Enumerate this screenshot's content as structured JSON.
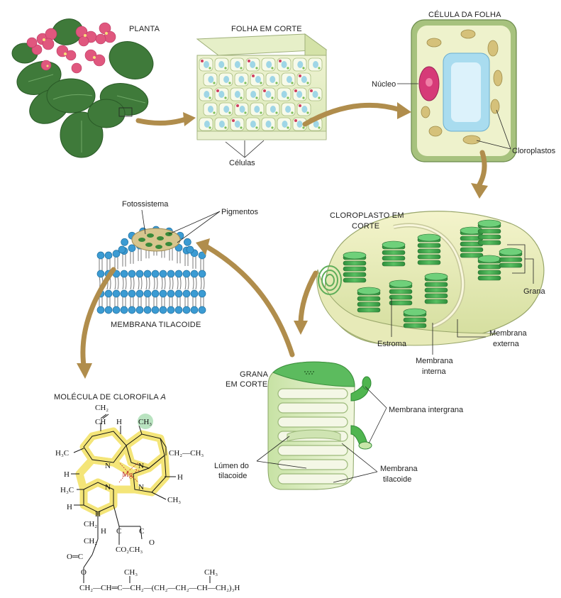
{
  "labels": {
    "planta": "PLANTA",
    "folha_em_corte": "FOLHA EM CORTE",
    "celulas": "Células",
    "celula_da_folha": "CÉLULA DA FOLHA",
    "nucleo": "Núcleo",
    "cloroplastos": "Cloroplastos",
    "cloroplasto_em_corte_1": "CLOROPLASTO EM",
    "cloroplasto_em_corte_2": "CORTE",
    "grana": "Grana",
    "membrana_externa_1": "Membrana",
    "membrana_externa_2": "externa",
    "estroma": "Estroma",
    "membrana_interna_1": "Membrana",
    "membrana_interna_2": "interna",
    "fotossistema": "Fotossistema",
    "pigmentos": "Pigmentos",
    "membrana_tilacoide_caption": "MEMBRANA TILACOIDE",
    "grana_em_corte_1": "GRANA",
    "grana_em_corte_2": "EM CORTE",
    "membrana_intergrana": "Membrana intergrana",
    "lumen_1": "Lúmen do",
    "lumen_2": "tilacoide",
    "membrana_tilacoide_1": "Membrana",
    "membrana_tilacoide_2": "tilacoide",
    "molecula_title": "MOLÉCULA DE CLOROFILA ",
    "molecula_title_a": "A"
  },
  "chem": {
    "ch2_top": "CH₂",
    "ch_vinyl": "CH",
    "h_top": "H",
    "ch3_top": "CH₃",
    "h3c_left": "H₃C",
    "ch2ch3": "CH₂—CH₃",
    "h_left": "H",
    "h_right": "H",
    "n1": "N",
    "n2": "N",
    "n3": "N",
    "n4": "N",
    "mg": "Mg",
    "mg_charge": "2+",
    "h3c_lower": "H₃C",
    "h_lower_left": "H",
    "h_lower_mid": "H",
    "ch3_right": "CH₃",
    "ch2_a": "CH₂",
    "ch2_b": "CH₂",
    "h_ring": "H",
    "c_ring": "C",
    "c_keto": "C",
    "o_keto": "O",
    "co2ch3": "CO₂CH₃",
    "o_ester": "O═C",
    "o_link": "O",
    "ch3_tail1": "CH₃",
    "ch3_tail2": "CH₃",
    "tail": "CH₂—CH═C—CH₂—(CH₂—CH₂—CH—CH₂)₃H"
  },
  "colors": {
    "arrow": "#b08d4c",
    "leaf_green": "#3f7a3a",
    "flower_pink": "#e0577e",
    "chloroplast_green": "#3aa64a",
    "nucleus_magenta": "#d63a78",
    "vacuole_blue": "#a9dcef",
    "phospholipid_head": "#3b9bd3",
    "porphyrin_yellow": "#f3e36a"
  }
}
